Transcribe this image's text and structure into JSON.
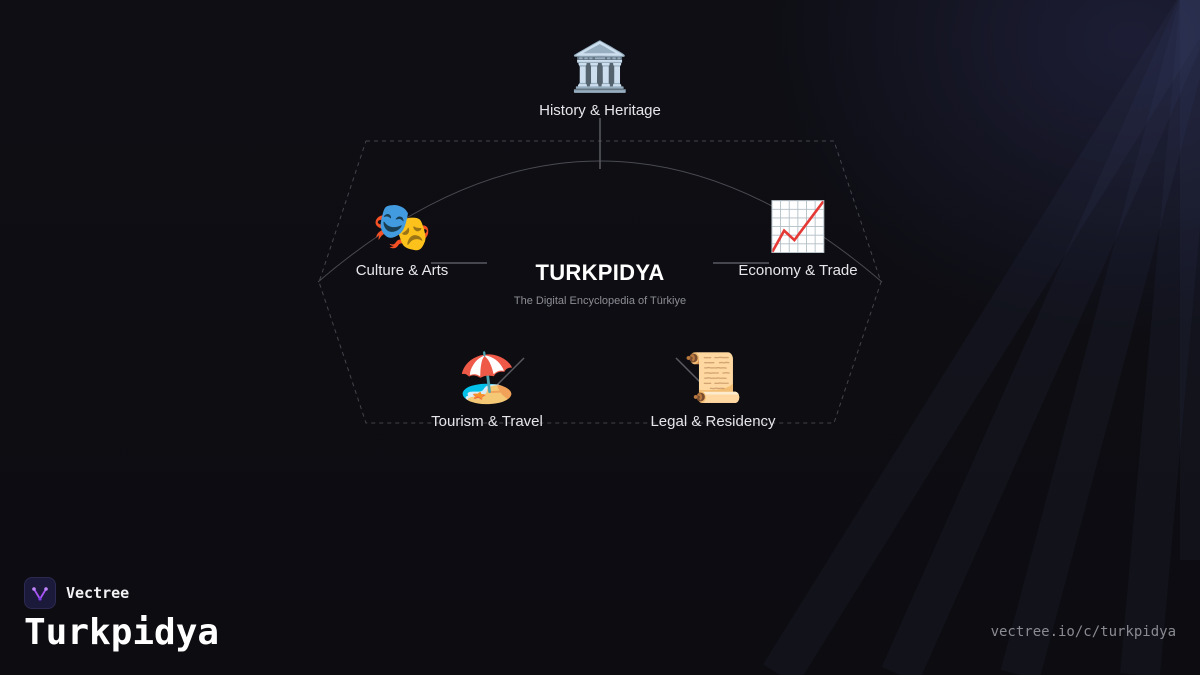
{
  "diagram": {
    "center": {
      "title": "TURKPIDYA",
      "subtitle": "The Digital Encyclopedia of Türkiye"
    },
    "nodes": [
      {
        "id": "history",
        "icon": "🏛️",
        "icon_name": "classical-building-icon",
        "label": "History & Heritage"
      },
      {
        "id": "culture",
        "icon": "🎭",
        "icon_name": "performing-arts-icon",
        "label": "Culture & Arts"
      },
      {
        "id": "economy",
        "icon": "📈",
        "icon_name": "chart-increasing-icon",
        "label": "Economy & Trade"
      },
      {
        "id": "tourism",
        "icon": "🏖️",
        "icon_name": "beach-umbrella-icon",
        "label": "Tourism & Travel"
      },
      {
        "id": "legal",
        "icon": "📜",
        "icon_name": "scroll-icon",
        "label": "Legal & Residency"
      }
    ]
  },
  "footer": {
    "brand_name": "Vectree",
    "title": "Turkpidya",
    "url": "vectree.io/c/turkpidya"
  },
  "colors": {
    "background": "#0d0d12",
    "brand_accent": "#a855f7",
    "line": "#5a5a62"
  }
}
